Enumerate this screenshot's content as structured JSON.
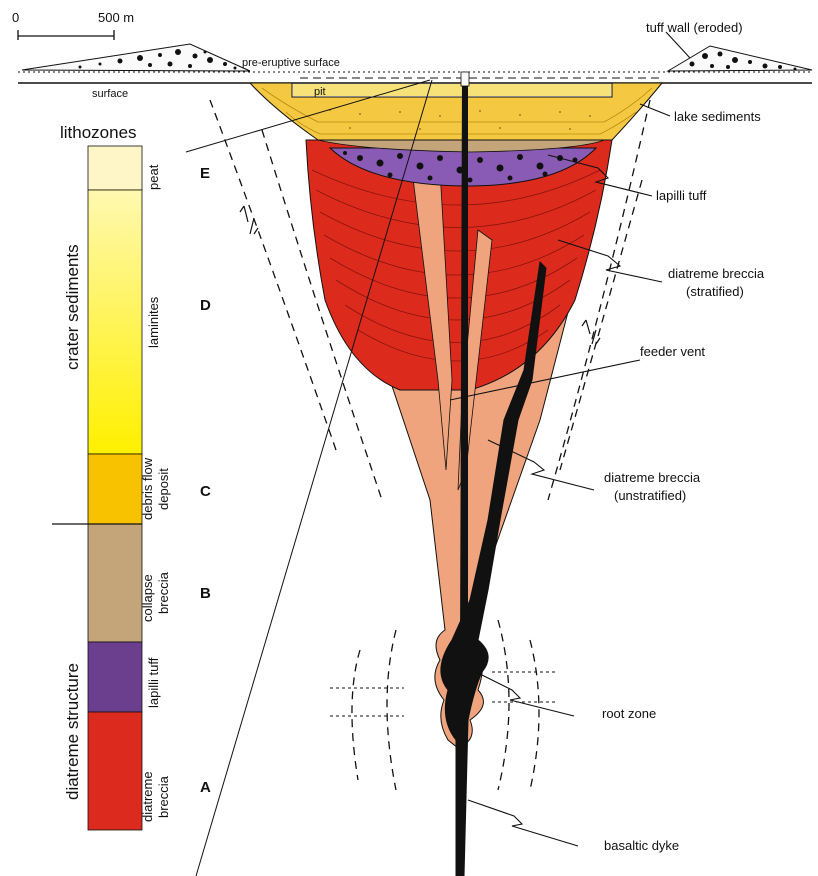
{
  "scale": {
    "zero": "0",
    "bar": "500 m"
  },
  "surface_labels": {
    "pre_eruptive": "pre-eruptive surface",
    "surface": "surface",
    "pit": "pit",
    "tuff_wall": "tuff wall (eroded)"
  },
  "column": {
    "title": "lithozones",
    "groups": {
      "upper": "crater sediments",
      "lower": "diatreme structure"
    },
    "zones": [
      {
        "label": "peat",
        "letter": "E",
        "color": "#fff6c8"
      },
      {
        "label": "laminites",
        "letter": "D",
        "color": "#fff200"
      },
      {
        "label_lines": [
          "debris flow",
          "deposit"
        ],
        "letter": "C",
        "color": "#f8c200"
      },
      {
        "label_lines": [
          "collapse",
          "breccia"
        ],
        "letter": "B",
        "color": "#c4a57a"
      },
      {
        "label": "lapilli tuff",
        "letter": "",
        "color": "#6b3f8e"
      },
      {
        "label_lines": [
          "diatreme",
          "breccia"
        ],
        "letter": "A",
        "color": "#dd2a1e"
      }
    ]
  },
  "callouts": {
    "lake_sediments": "lake sediments",
    "lapilli_tuff": "lapilli tuff",
    "breccia_strat_1": "diatreme breccia",
    "breccia_strat_2": "(stratified)",
    "feeder_vent": "feeder vent",
    "breccia_unstrat_1": "diatreme breccia",
    "breccia_unstrat_2": "(unstratified)",
    "root_zone": "root zone",
    "basaltic_dyke": "basaltic dyke"
  },
  "colors": {
    "lake": "#f5c842",
    "lake_light": "#f7e27a",
    "lapilli": "#8a5bb5",
    "breccia_stratified": "#dc2b1d",
    "breccia_unstratified": "#f0a47e",
    "collapse": "#c4a57a",
    "dyke": "#111111"
  }
}
